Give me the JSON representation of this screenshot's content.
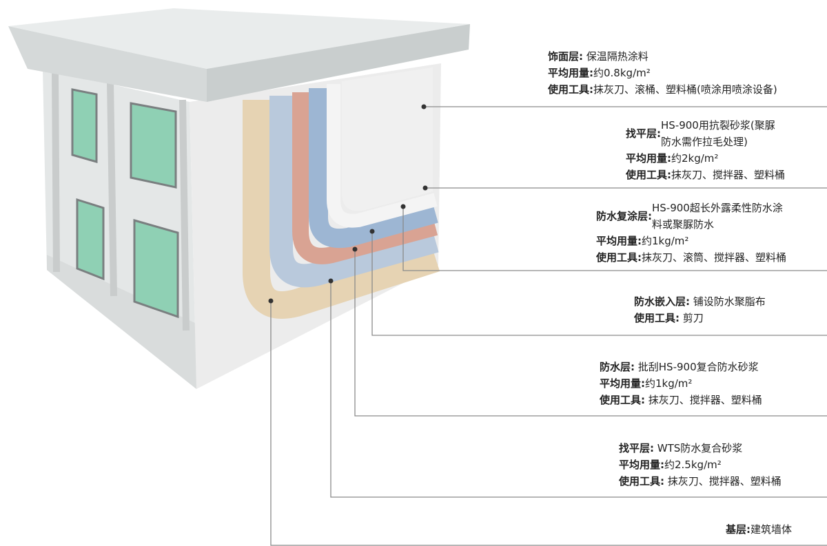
{
  "colors": {
    "line": "#8a8a8a",
    "beige": "#e6d3b3",
    "lightblue": "#b9c9dc",
    "salmon": "#d9a393",
    "blue": "#9db6d3",
    "white": "#f1f1f1",
    "wall": "#ececec",
    "glass": "#8fd0b4"
  },
  "layers": [
    {
      "label": "饰面层:",
      "value": "保温隔热涂料",
      "usage_label": "平均用量:",
      "usage": "约0.8kg/m²",
      "tools_label": "使用工具:",
      "tools": "抹灰刀、滚桶、塑料桶(喷涂用喷涂设备)"
    },
    {
      "label": "找平层:",
      "value_line1": "HS-900用抗裂砂浆(聚脲",
      "value_line2": "防水需作拉毛处理)",
      "usage_label": "平均用量:",
      "usage": "约2kg/m²",
      "tools_label": "使用工具:",
      "tools": "抹灰刀、搅拌器、塑料桶"
    },
    {
      "label": "防水复涂层:",
      "value_line1": "HS-900超长外露柔性防水涂",
      "value_line2": "料或聚脲防水",
      "usage_label": "平均用量:",
      "usage": "约1kg/m²",
      "tools_label": "使用工具:",
      "tools": "抹灰刀、滚筒、搅拌器、塑料桶"
    },
    {
      "label": "防水嵌入层:",
      "value": "铺设防水聚脂布",
      "tools_label": "使用工具:",
      "tools": "剪刀"
    },
    {
      "label": "防水层:",
      "value": "批刮HS-900复合防水砂浆",
      "usage_label": "平均用量:",
      "usage": "约1kg/m²",
      "tools_label": "使用工具:",
      "tools": "抹灰刀、搅拌器、塑料桶"
    },
    {
      "label": "找平层:",
      "value": "WTS防水复合砂浆",
      "usage_label": "平均用量:",
      "usage": "约2.5kg/m²",
      "tools_label": "使用工具:",
      "tools": "抹灰刀、搅拌器、塑料桶"
    },
    {
      "label": "基层:",
      "value": "建筑墙体"
    }
  ]
}
